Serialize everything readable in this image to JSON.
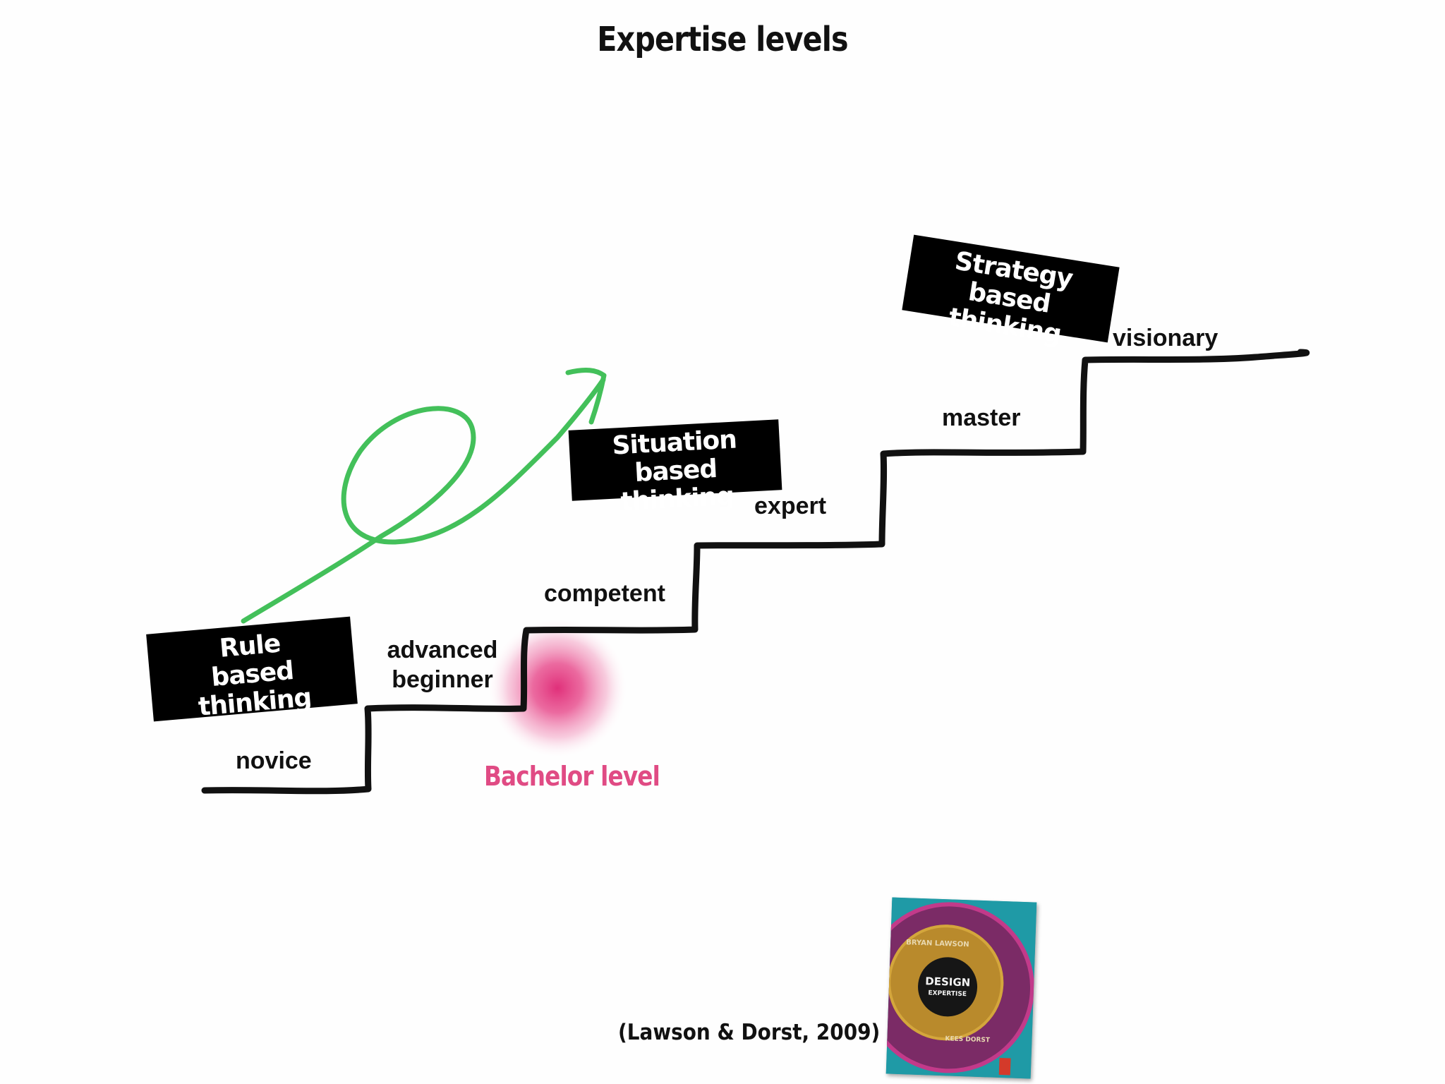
{
  "title": "Expertise levels",
  "levels": [
    {
      "name": "novice"
    },
    {
      "name": "advanced",
      "name_line2": "beginner"
    },
    {
      "name": "competent"
    },
    {
      "name": "expert"
    },
    {
      "name": "master"
    },
    {
      "name": "visionary"
    }
  ],
  "thinking_tags": [
    {
      "line1": "Rule",
      "line2": "based thinking"
    },
    {
      "line1": "Situation",
      "line2": "based thinking"
    },
    {
      "line1": "Strategy",
      "line2": "based thinking"
    }
  ],
  "highlight": {
    "label": "Bachelor level",
    "color": "#e04b84"
  },
  "arrow_color": "#43c05a",
  "stair_color": "#111111",
  "citation": "(Lawson & Dorst, 2009)",
  "book_cover": {
    "author_top": "BRYAN LAWSON",
    "title_line1": "DESIGN",
    "title_line2": "EXPERTISE",
    "author_bottom": "KEES DORST"
  }
}
